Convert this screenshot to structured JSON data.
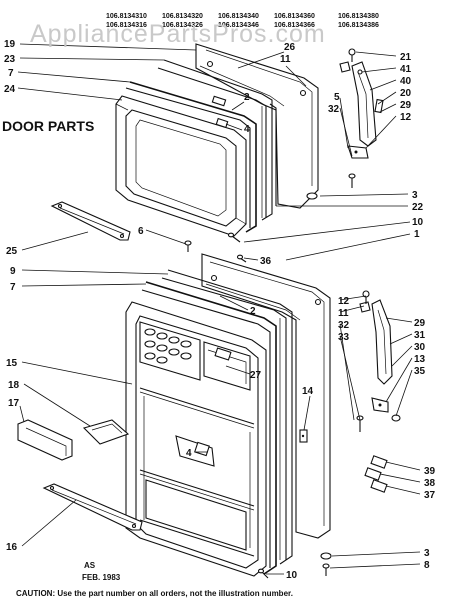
{
  "header": {
    "model_rows": [
      [
        "106.8134310",
        "106.8134320",
        "106.8134340",
        "106.8134360",
        "106.8134380"
      ],
      [
        "106.8134316",
        "106.8134326",
        "106.8134346",
        "106.8134366",
        "106.8134386"
      ]
    ]
  },
  "watermark": "AppliancePartsPros.com",
  "section_title": "DOOR PARTS",
  "callouts": [
    {
      "id": "c19",
      "label": "19"
    },
    {
      "id": "c23",
      "label": "23"
    },
    {
      "id": "c7a",
      "label": "7"
    },
    {
      "id": "c24",
      "label": "24"
    },
    {
      "id": "c26",
      "label": "26"
    },
    {
      "id": "c11a",
      "label": "11"
    },
    {
      "id": "c2a",
      "label": "2"
    },
    {
      "id": "c4a",
      "label": "4"
    },
    {
      "id": "c21",
      "label": "21"
    },
    {
      "id": "c41",
      "label": "41"
    },
    {
      "id": "c40",
      "label": "40"
    },
    {
      "id": "c20",
      "label": "20"
    },
    {
      "id": "c29a",
      "label": "29"
    },
    {
      "id": "c12a",
      "label": "12"
    },
    {
      "id": "c5",
      "label": "5"
    },
    {
      "id": "c32a",
      "label": "32"
    },
    {
      "id": "c3a",
      "label": "3"
    },
    {
      "id": "c22",
      "label": "22"
    },
    {
      "id": "c10a",
      "label": "10"
    },
    {
      "id": "c1",
      "label": "1"
    },
    {
      "id": "c6",
      "label": "6"
    },
    {
      "id": "c25",
      "label": "25"
    },
    {
      "id": "c36",
      "label": "36"
    },
    {
      "id": "c9",
      "label": "9"
    },
    {
      "id": "c7b",
      "label": "7"
    },
    {
      "id": "c2b",
      "label": "2"
    },
    {
      "id": "c12b",
      "label": "12"
    },
    {
      "id": "c11b",
      "label": "11"
    },
    {
      "id": "c32b",
      "label": "32"
    },
    {
      "id": "c33",
      "label": "33"
    },
    {
      "id": "c29b",
      "label": "29"
    },
    {
      "id": "c31",
      "label": "31"
    },
    {
      "id": "c30",
      "label": "30"
    },
    {
      "id": "c13",
      "label": "13"
    },
    {
      "id": "c35",
      "label": "35"
    },
    {
      "id": "c15",
      "label": "15"
    },
    {
      "id": "c27",
      "label": "27"
    },
    {
      "id": "c18",
      "label": "18"
    },
    {
      "id": "c17",
      "label": "17"
    },
    {
      "id": "c14",
      "label": "14"
    },
    {
      "id": "c4b",
      "label": "4"
    },
    {
      "id": "c39",
      "label": "39"
    },
    {
      "id": "c38",
      "label": "38"
    },
    {
      "id": "c37",
      "label": "37"
    },
    {
      "id": "c16",
      "label": "16"
    },
    {
      "id": "c3b",
      "label": "3"
    },
    {
      "id": "c8",
      "label": "8"
    },
    {
      "id": "c10b",
      "label": "10"
    }
  ],
  "footer": {
    "initials": "AS",
    "date": "FEB. 1983",
    "caution": "CAUTION: Use the part number on all orders, not the illustration number."
  }
}
